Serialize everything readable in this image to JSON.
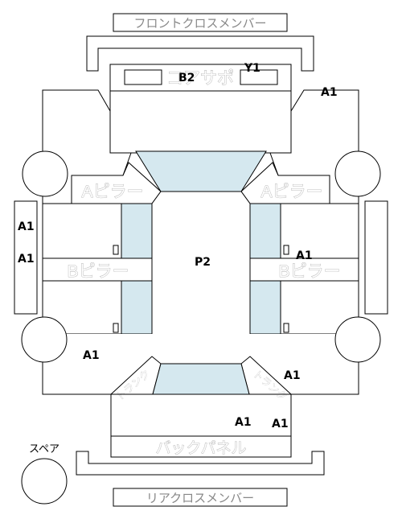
{
  "labels": {
    "front_cross_member": "フロントクロスメンバー",
    "core_support": "コアサポ",
    "a_pillar_left": "Aピラー",
    "a_pillar_right": "Aピラー",
    "b_pillar_left": "Bピラー",
    "b_pillar_right": "Bピラー",
    "back_panel": "バックパネル",
    "rear_cross_member": "リアクロスメンバー",
    "spare": "スペア",
    "trunk_left": "トランク",
    "trunk_right": "トランク"
  },
  "codes": {
    "b2": "B2",
    "y1": "Y1",
    "a1_front_right": "A1",
    "a1_side_left_upper": "A1",
    "a1_side_left_lower": "A1",
    "p2": "P2",
    "a1_side_right": "A1",
    "a1_rear_left": "A1",
    "a1_rear_right": "A1",
    "a1_back_center": "A1",
    "a1_back_right": "A1"
  }
}
